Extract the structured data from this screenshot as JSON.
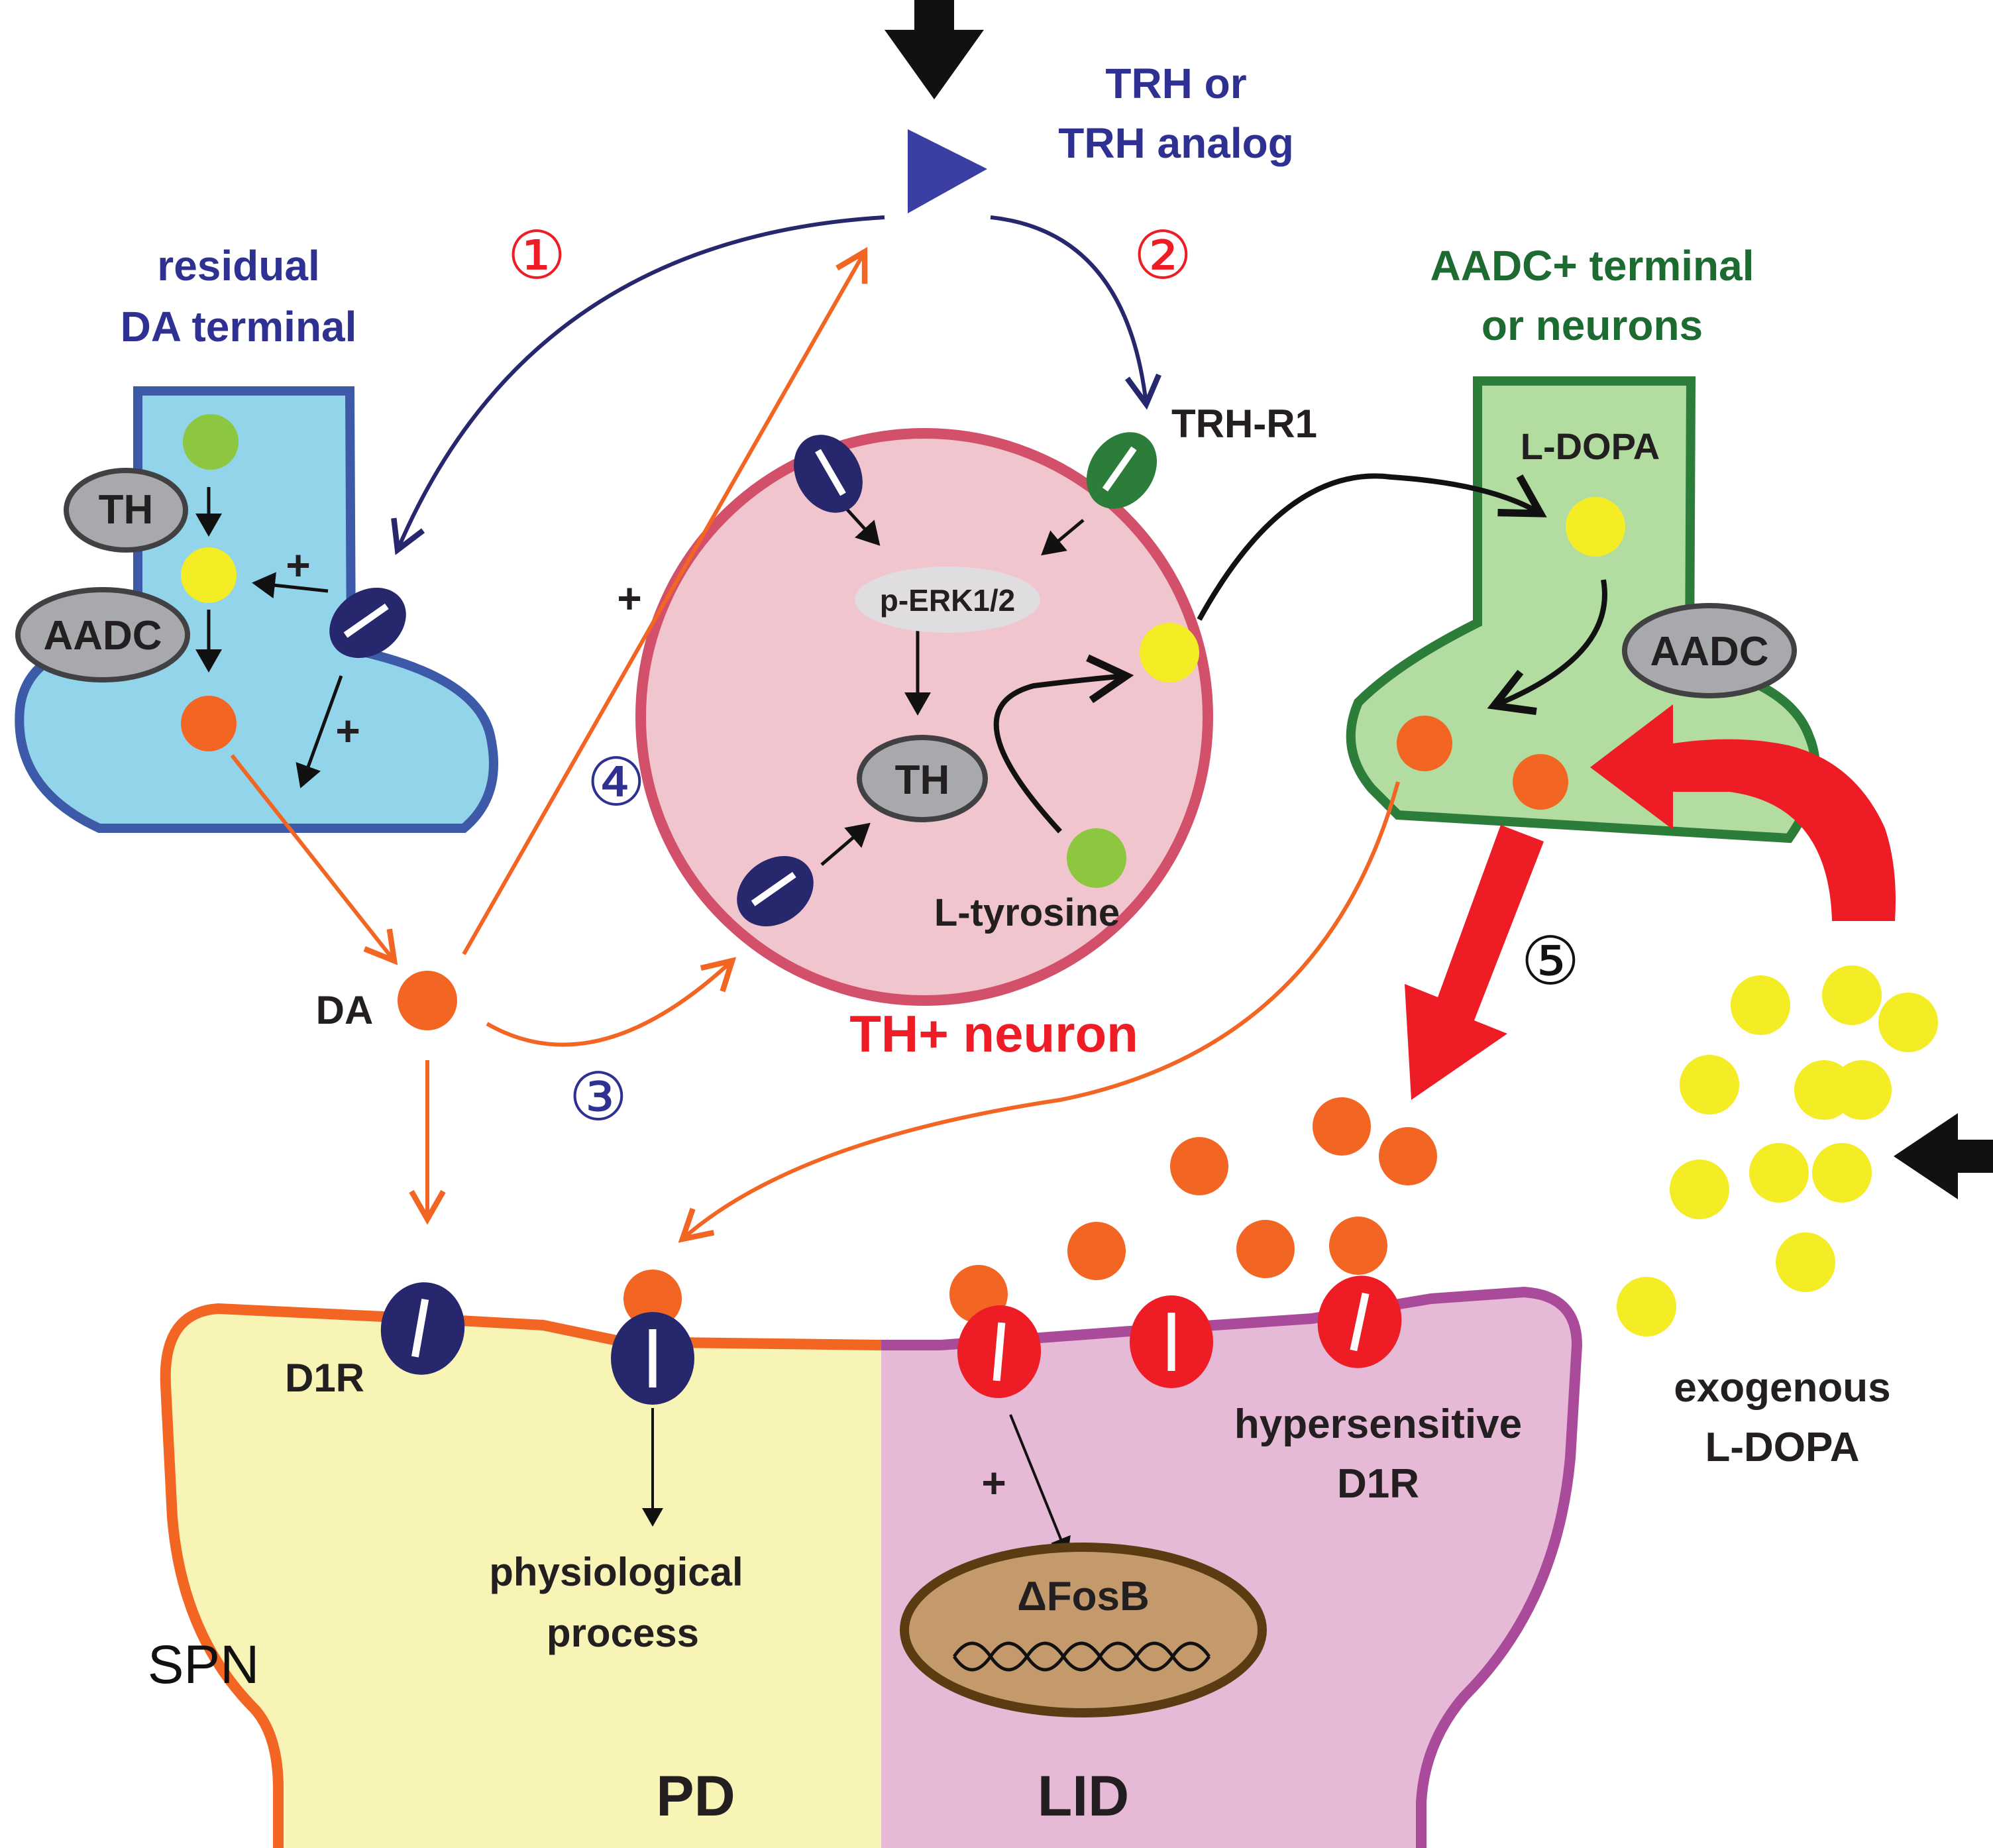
{
  "labels": {
    "trh_line1": "TRH or",
    "trh_line2": "TRH analog",
    "residual_line1": "residual",
    "residual_line2": "DA terminal",
    "aadc_line1": "AADC+ terminal",
    "aadc_line2": "or neurons",
    "trh_r1": "TRH-R1",
    "th": "TH",
    "aadc": "AADC",
    "perk": "p-ERK1/2",
    "ldopa": "L-DOPA",
    "ltyrosine": "L-tyrosine",
    "th_neuron": "TH+ neuron",
    "da": "DA",
    "d1r": "D1R",
    "physio_line1": "physiological",
    "physio_line2": "process",
    "hyper_line1": "hypersensitive",
    "hyper_line2": "D1R",
    "fosb": "ΔFosB",
    "exo_line1": "exogenous",
    "exo_line2": "L-DOPA",
    "spn": "SPN",
    "pd": "PD",
    "lid": "LID",
    "plus": "+"
  },
  "steps": [
    "①",
    "②",
    "③",
    "④",
    "⑤"
  ],
  "colors": {
    "navy": "#27276e",
    "blue_text": "#2e3192",
    "red": "#ee1c25",
    "orange": "#f26522",
    "green_text": "#1e6b32",
    "dark_green": "#2c7c3a",
    "yellow": "#f4ec24",
    "lime": "#8dc63f",
    "grey": "#a7a9ac",
    "residual_fill": "#92d5ea",
    "residual_border": "#3d5aa8",
    "aadc_fill": "#b2dca0",
    "th_neuron_fill": "#f1c5cd",
    "th_neuron_border": "#d3506a",
    "pd_fill": "#f8f4b6",
    "lid_fill": "#e6b9d7",
    "fosb_fill": "#c49a6c",
    "fosb_border": "#5b3b12"
  }
}
